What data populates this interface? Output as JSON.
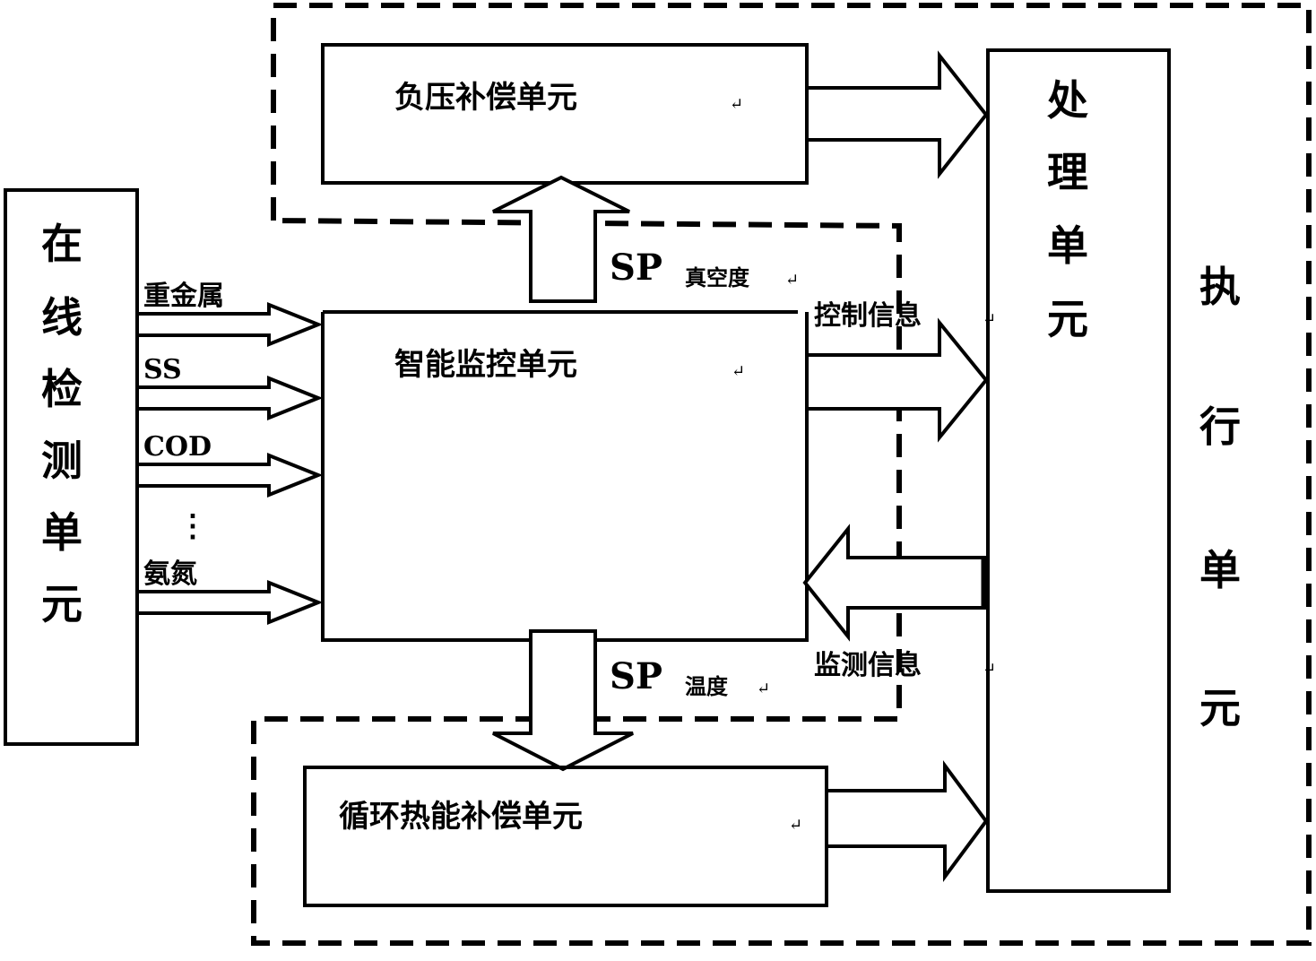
{
  "units": {
    "online_detection": "在线检测单元",
    "negative_pressure": "负压补偿单元",
    "processing": "处理单元",
    "execution": "执行单元",
    "intelligent_monitoring": "智能监控单元",
    "thermal_compensation": "循环热能补偿单元"
  },
  "inputs": [
    {
      "label": "重金属"
    },
    {
      "label": "SS"
    },
    {
      "label": "COD"
    },
    {
      "label": "氨氮"
    }
  ],
  "ellipsis": "⋮",
  "signals": {
    "sp": "SP",
    "vacuum_sub": "真空度",
    "temperature_sub": "温度",
    "control_info": "控制信息",
    "monitor_info": "监测信息"
  },
  "mark": "↵"
}
